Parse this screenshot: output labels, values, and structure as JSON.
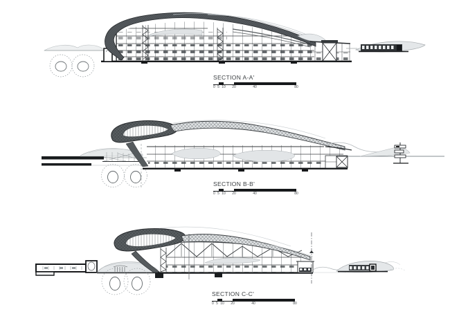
{
  "drawing_type": "architectural cross sections",
  "sections": [
    {
      "id": "A",
      "label": "SECTION A-A'"
    },
    {
      "id": "B",
      "label": "SECTION B-B'"
    },
    {
      "id": "C",
      "label": "SECTION C-C'"
    }
  ],
  "scalebar": {
    "ticks": [
      "0",
      "5",
      "10",
      "20",
      "40",
      "80"
    ]
  },
  "colors": {
    "background": "#ffffff",
    "ink": "#17191b",
    "roof_dark": "#53585c",
    "shell_gray": "#585d60",
    "diagrid_light": "#dcdfe1",
    "canopy_light": "#e4e7e9",
    "line_gray": "#9aa0a3"
  }
}
